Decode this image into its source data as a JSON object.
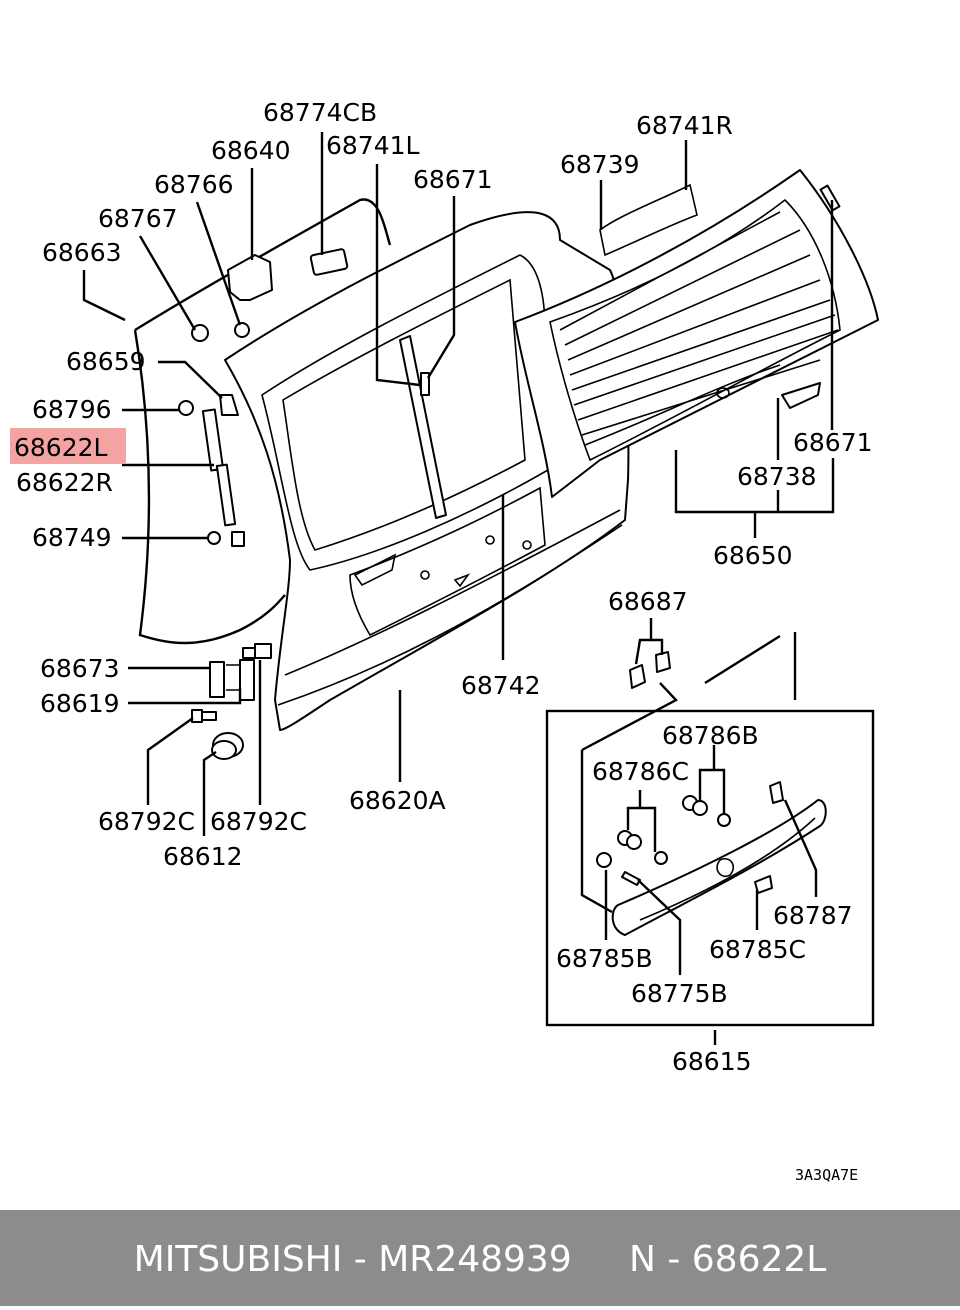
{
  "diagram": {
    "highlight_color": "#f4a3a3",
    "labels": {
      "p68774cb": "68774CB",
      "p68640": "68640",
      "p68766": "68766",
      "p68767": "68767",
      "p68663": "68663",
      "p68741l": "68741L",
      "p68671_top": "68671",
      "p68739": "68739",
      "p68741r": "68741R",
      "p68659": "68659",
      "p68796": "68796",
      "p68622l": "68622L",
      "p68622r": "68622R",
      "p68749": "68749",
      "p68671_right": "68671",
      "p68738": "68738",
      "p68650": "68650",
      "p68687": "68687",
      "p68742": "68742",
      "p68673": "68673",
      "p68619": "68619",
      "p68786b": "68786B",
      "p68786c": "68786C",
      "p68620a": "68620A",
      "p68792c_left": "68792C",
      "p68792c_right": "68792C",
      "p68612": "68612",
      "p68787": "68787",
      "p68785c": "68785C",
      "p68785b": "68785B",
      "p68775b": "68775B",
      "p68615": "68615"
    },
    "diagram_code": "3A3QA7E"
  },
  "footer": {
    "background": "#8c8c8c",
    "text": "MITSUBISHI - MR248939     N - 68622L"
  }
}
